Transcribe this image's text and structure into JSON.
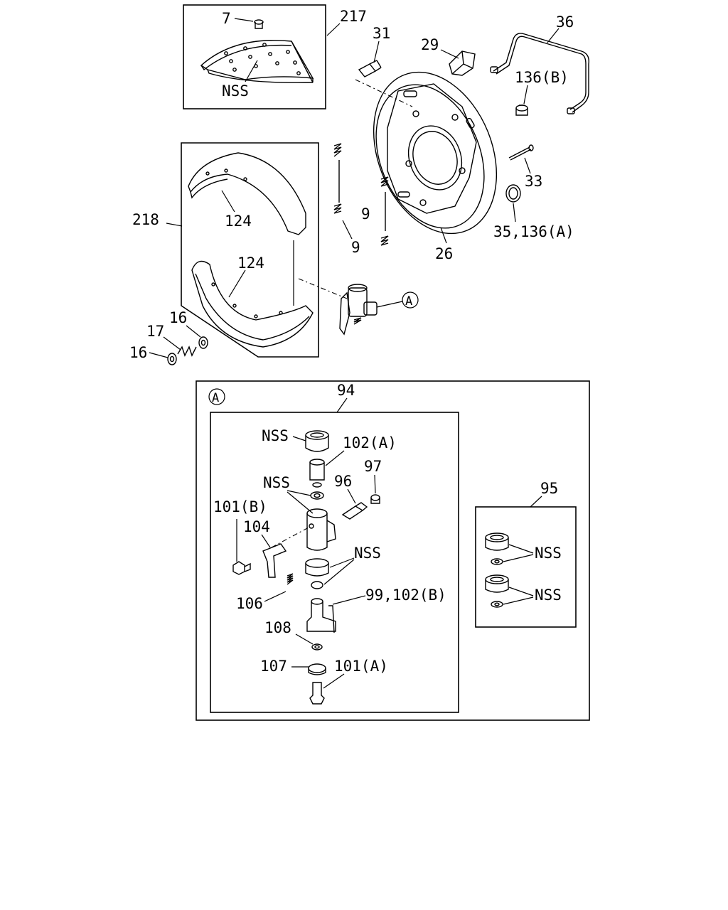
{
  "labels": {
    "p217": "217",
    "p7": "7",
    "nss_lining": "NSS",
    "p31": "31",
    "p29": "29",
    "p36": "36",
    "p136b": "136(B)",
    "p33": "33",
    "p35_136a": "35,136(A)",
    "p26": "26",
    "p218": "218",
    "p124_top": "124",
    "p124_bottom": "124",
    "p9_left": "9",
    "p9_right": "9",
    "callout_a": "A",
    "p16_top": "16",
    "p17": "17",
    "p16_bottom": "16",
    "detail_a": "A",
    "p94": "94",
    "nss_cup": "NSS",
    "p102a": "102(A)",
    "nss_seal": "NSS",
    "p96": "96",
    "p97": "97",
    "p101b": "101(B)",
    "p104": "104",
    "nss_piston": "NSS",
    "p106": "106",
    "p99_102b": "99,102(B)",
    "p108": "108",
    "p107": "107",
    "p101a": "101(A)",
    "p95": "95",
    "nss_kit_1": "NSS",
    "nss_kit_2": "NSS"
  }
}
